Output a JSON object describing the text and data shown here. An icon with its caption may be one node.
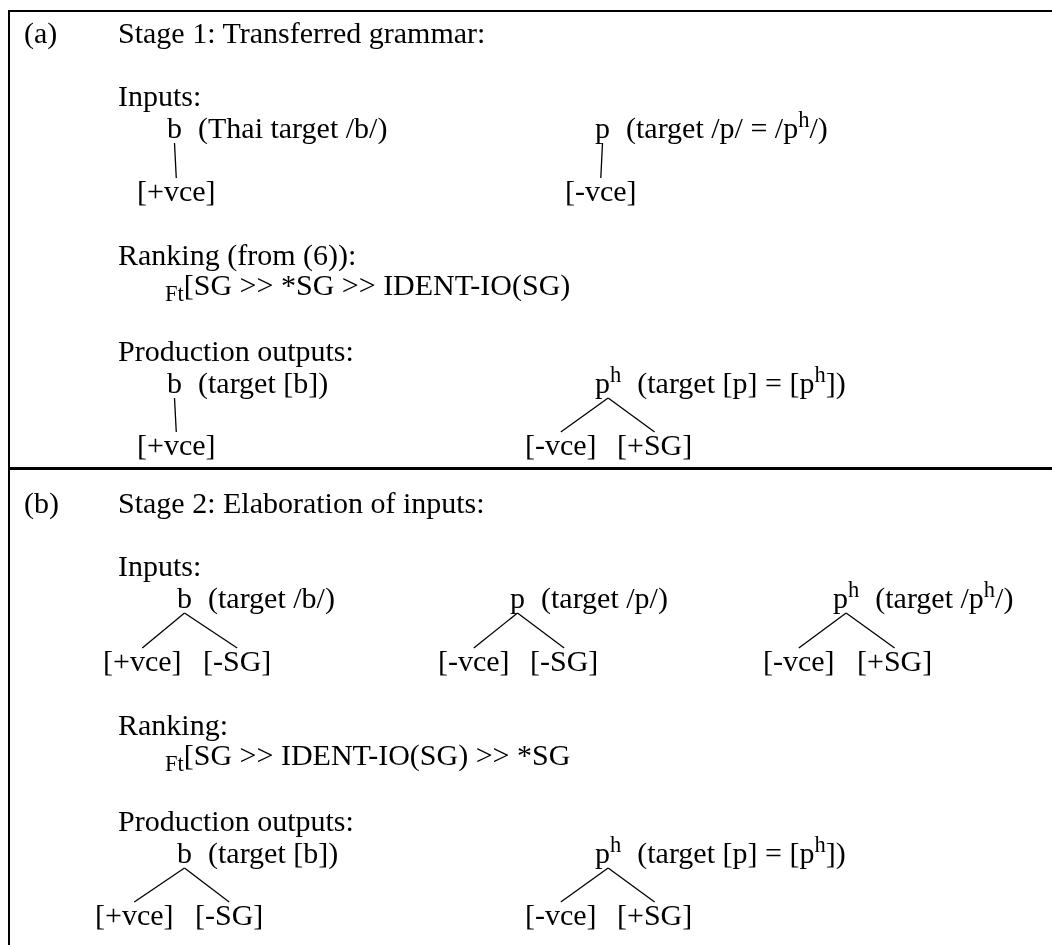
{
  "diagram": {
    "nodes": [
      {
        "text": [
          "(a)",
          "Stage 1: Transferred grammar:",
          "Inputs:",
          "Ranking (from (6)):",
          "$_{Ft}$[SG >> *SG >> IDENT-IO(SG)",
          "Production outputs:"
        ]
      },
      {
        "text": [
          "b"
        ],
        "in": 0,
        "beside": [
          "(Thai target /b/)"
        ]
      },
      {
        "text": [
          "[+vce]"
        ],
        "in": 0
      },
      {
        "text": [
          "p"
        ],
        "in": 0,
        "beside": [
          "(target /p/ = /p$^{h}$/)"
        ]
      },
      {
        "text": [
          "[-vce]"
        ],
        "in": 0
      },
      {
        "text": [
          "b"
        ],
        "in": 0,
        "beside": [
          "(target [b])"
        ]
      },
      {
        "text": [
          "[+vce]"
        ],
        "in": 0
      },
      {
        "text": [
          "p$^{h}$"
        ],
        "in": 0,
        "beside": [
          "(target [p] = [p$^{h}$])"
        ]
      },
      {
        "text": [
          "[-vce]"
        ],
        "in": 0
      },
      {
        "text": [
          "[+SG]"
        ],
        "in": 0
      },
      {
        "text": [
          "(b)",
          "Stage 2: Elaboration of inputs:",
          "Inputs:",
          "Ranking:",
          "$_{Ft}$[SG >> IDENT-IO(SG) >> *SG",
          "Production outputs:"
        ]
      },
      {
        "text": [
          "b"
        ],
        "in": 10,
        "beside": [
          "(target /b/)"
        ]
      },
      {
        "text": [
          "[+vce]"
        ],
        "in": 10
      },
      {
        "text": [
          "[-SG]"
        ],
        "in": 10
      },
      {
        "text": [
          "p"
        ],
        "in": 10,
        "beside": [
          "(target /p/)"
        ]
      },
      {
        "text": [
          "[-vce]"
        ],
        "in": 10
      },
      {
        "text": [
          "[-SG]"
        ],
        "in": 10
      },
      {
        "text": [
          "p$^{h}$"
        ],
        "in": 10,
        "beside": [
          "(target /p$^{h}$/)"
        ]
      },
      {
        "text": [
          "[-vce]"
        ],
        "in": 10
      },
      {
        "text": [
          "[+SG]"
        ],
        "in": 10
      },
      {
        "text": [
          "b"
        ],
        "in": 10,
        "beside": [
          "(target [b])"
        ]
      },
      {
        "text": [
          "[+vce]"
        ],
        "in": 10
      },
      {
        "text": [
          "[-SG]"
        ],
        "in": 10
      },
      {
        "text": [
          "p$^{h}$"
        ],
        "in": 10,
        "beside": [
          "(target [p] = [p$^{h}$])"
        ]
      },
      {
        "text": [
          "[-vce]"
        ],
        "in": 10
      },
      {
        "text": [
          "[+SG]"
        ],
        "in": 10
      }
    ],
    "edges": [
      {
        "from": 1,
        "to": 2,
        "arrow": "none"
      },
      {
        "from": 3,
        "to": 4,
        "arrow": "none"
      },
      {
        "from": 5,
        "to": 6,
        "arrow": "none"
      },
      {
        "from": 7,
        "to": 8,
        "arrow": "none"
      },
      {
        "from": 7,
        "to": 9,
        "arrow": "none"
      },
      {
        "from": 11,
        "to": 12,
        "arrow": "none"
      },
      {
        "from": 11,
        "to": 13,
        "arrow": "none"
      },
      {
        "from": 14,
        "to": 15,
        "arrow": "none"
      },
      {
        "from": 14,
        "to": 16,
        "arrow": "none"
      },
      {
        "from": 17,
        "to": 18,
        "arrow": "none"
      },
      {
        "from": 17,
        "to": 19,
        "arrow": "none"
      },
      {
        "from": 20,
        "to": 21,
        "arrow": "none"
      },
      {
        "from": 20,
        "to": 22,
        "arrow": "none"
      },
      {
        "from": 23,
        "to": 24,
        "arrow": "none"
      },
      {
        "from": 23,
        "to": 25,
        "arrow": "none"
      }
    ]
  }
}
